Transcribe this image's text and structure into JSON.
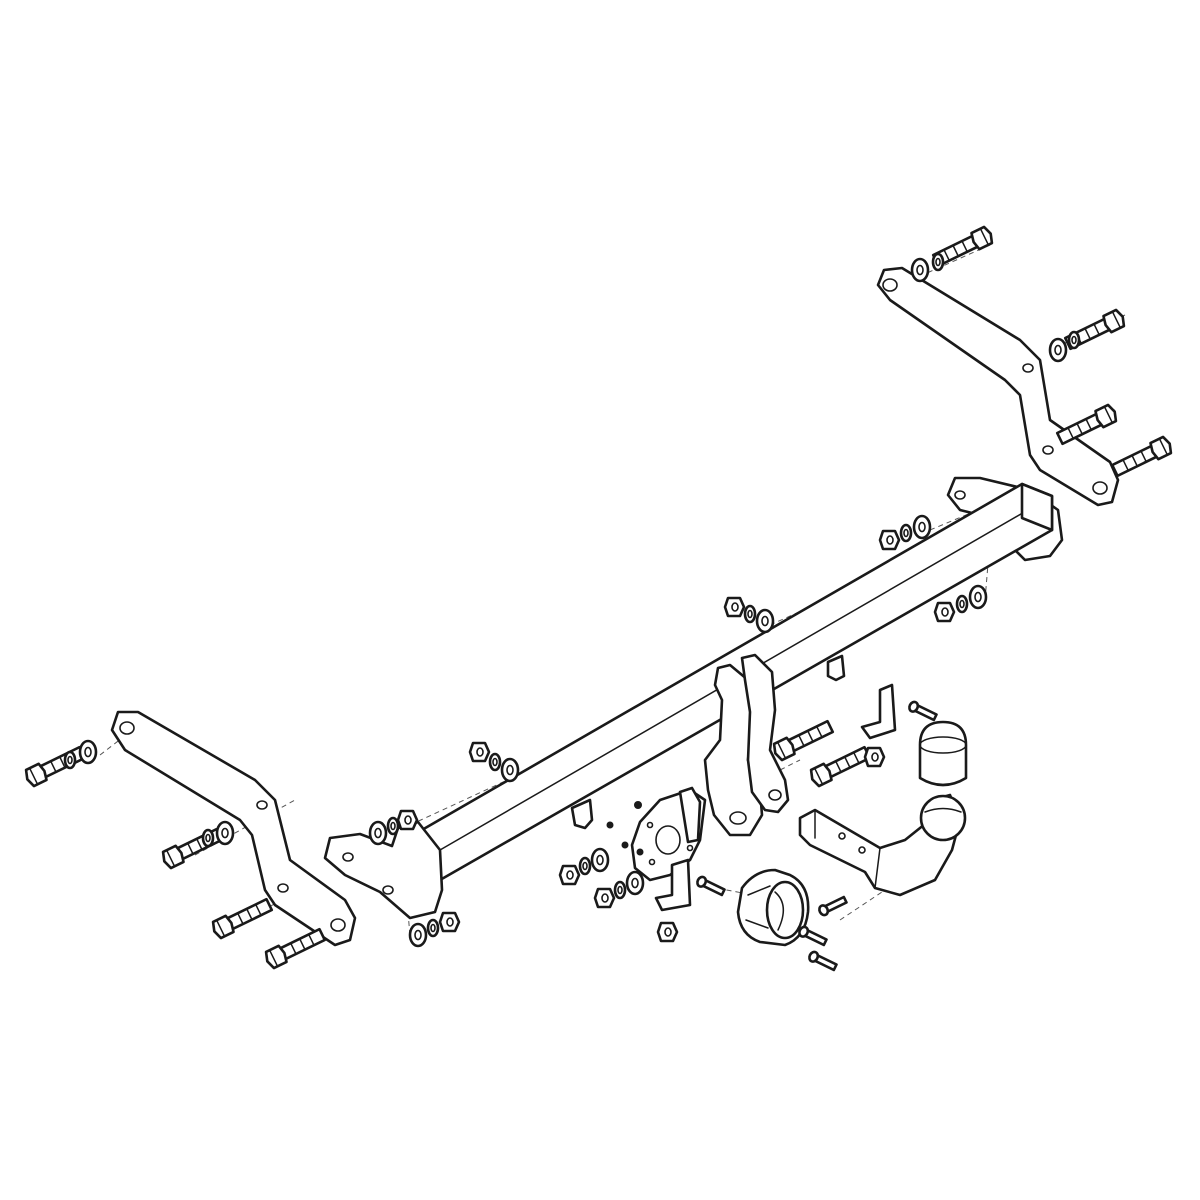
{
  "colors": {
    "background": "#ffffff",
    "line": "#1a1a1a",
    "guide": "#555555"
  },
  "parts": {
    "crossbar": "crossbar-tube",
    "left_bracket": "left-mounting-bracket",
    "right_bracket": "right-mounting-bracket",
    "tow_ball_arm": "detachable-tow-ball-arm",
    "socket": "electrical-socket",
    "socket_plate": "socket-mounting-plate"
  }
}
